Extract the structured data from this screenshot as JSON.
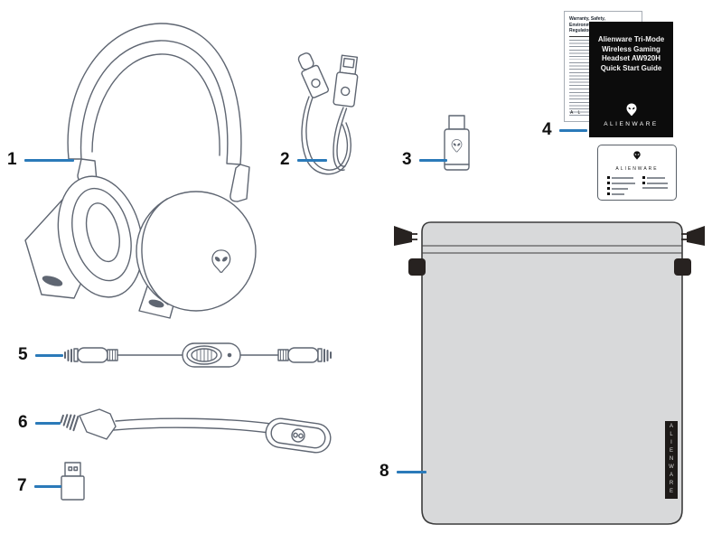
{
  "callouts": [
    {
      "number": "1"
    },
    {
      "number": "2"
    },
    {
      "number": "3"
    },
    {
      "number": "4"
    },
    {
      "number": "5"
    },
    {
      "number": "6"
    },
    {
      "number": "7"
    },
    {
      "number": "8"
    }
  ],
  "documents": {
    "regulatory": {
      "title_line1": "Warranty, Safety, Environmental, and",
      "title_line2": "Regulatory Information",
      "footer_partial": "A L"
    },
    "quick_start": {
      "line1": "Alienware Tri-Mode",
      "line2": "Wireless Gaming",
      "line3": "Headset AW920H",
      "line4": "Quick Start Guide",
      "brand": "ALIENWARE"
    },
    "card": {
      "brand": "ALIENWARE"
    }
  },
  "pouch": {
    "tag": "ALIENWARE"
  },
  "icons": {
    "alien_head": "alien-head-logo"
  },
  "colors": {
    "leader_line": "#2b7ab9",
    "line_art": "#5f6672",
    "pouch_fill": "#d8d9da",
    "pouch_outline": "#3c3c3c",
    "hardware_black": "#272220",
    "booklet_bg": "#0c0c0c"
  }
}
